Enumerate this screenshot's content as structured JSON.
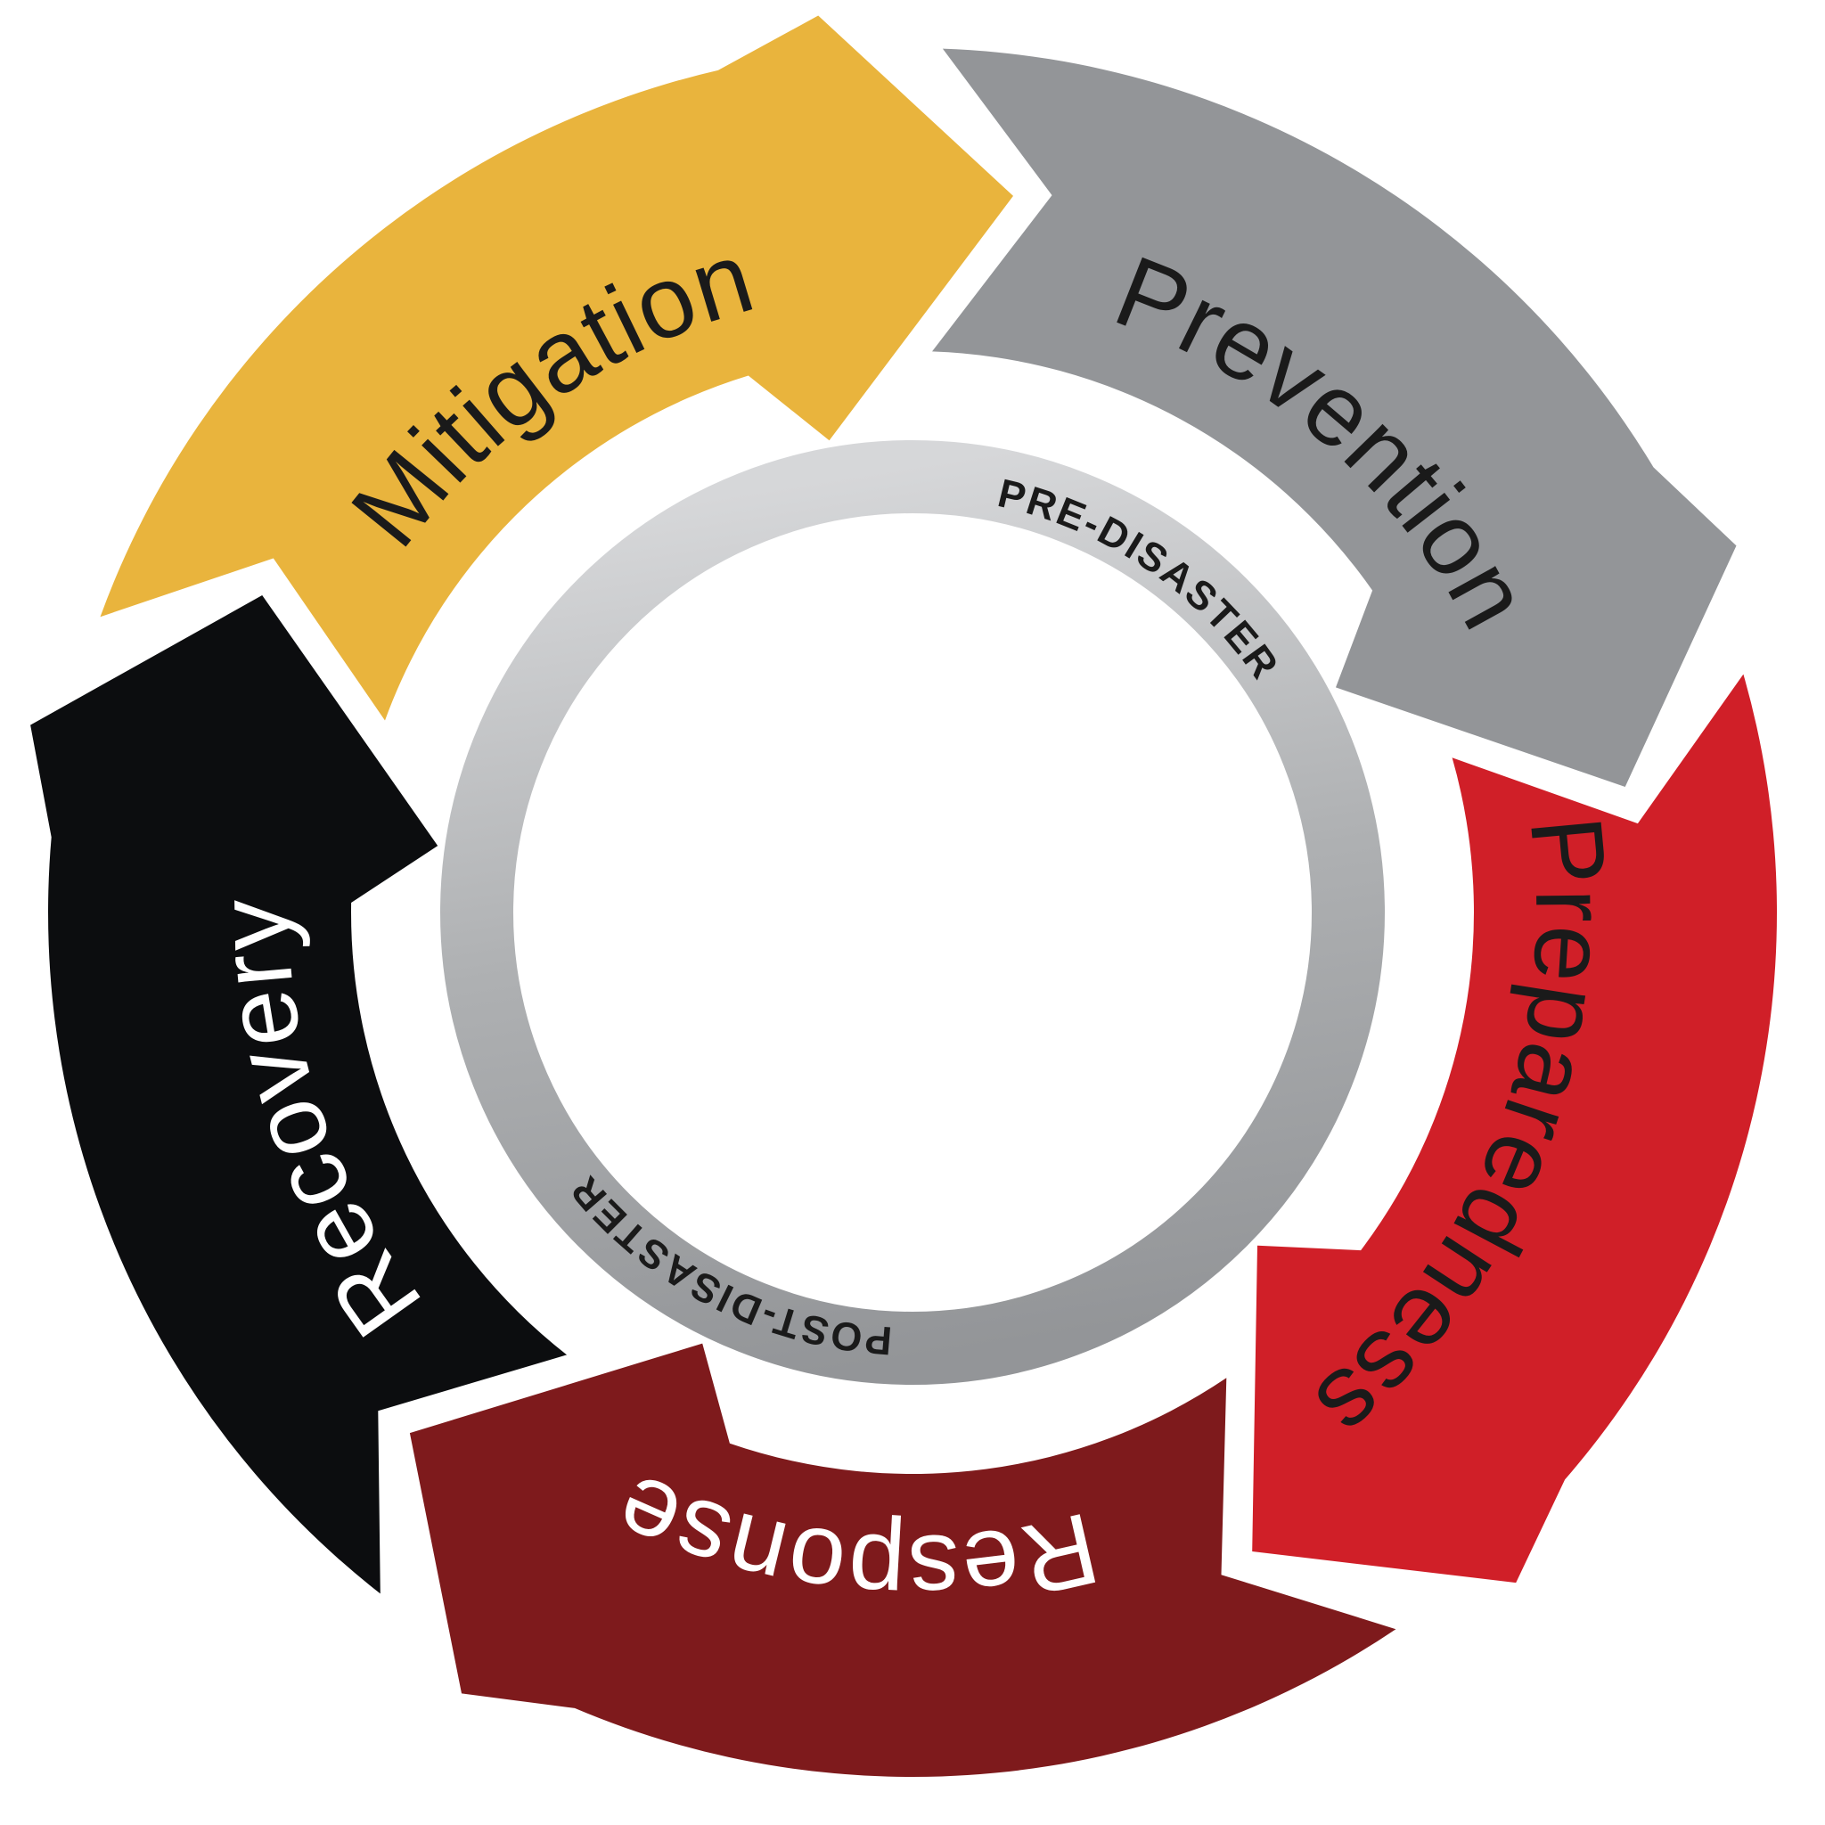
{
  "diagram": {
    "background": "#FFFFFF",
    "phases": [
      {
        "id": "prevention",
        "label": "Prevention",
        "color": "#939598",
        "label_color": "#1A1A1A"
      },
      {
        "id": "preparedness",
        "label": "Preparedness",
        "color": "#D01F28",
        "label_color": "#1A1A1A"
      },
      {
        "id": "response",
        "label": "Response",
        "color": "#7E1A1C",
        "label_color": "#FFFFFF"
      },
      {
        "id": "recovery",
        "label": "Recovery",
        "color": "#0C0D0F",
        "label_color": "#FFFFFF"
      },
      {
        "id": "mitigation",
        "label": "Mitigation",
        "color": "#E9B43D",
        "label_color": "#1A1A1A"
      }
    ],
    "ring": {
      "labels": [
        {
          "id": "pre",
          "text": "PRE-DISASTER"
        },
        {
          "id": "post",
          "text": "POST-DISASTER"
        }
      ],
      "text_color": "#1A1A1A",
      "gradient_top": "#D6D7D9",
      "gradient_mid": "#AEB0B2",
      "gradient_bottom": "#939598"
    }
  }
}
